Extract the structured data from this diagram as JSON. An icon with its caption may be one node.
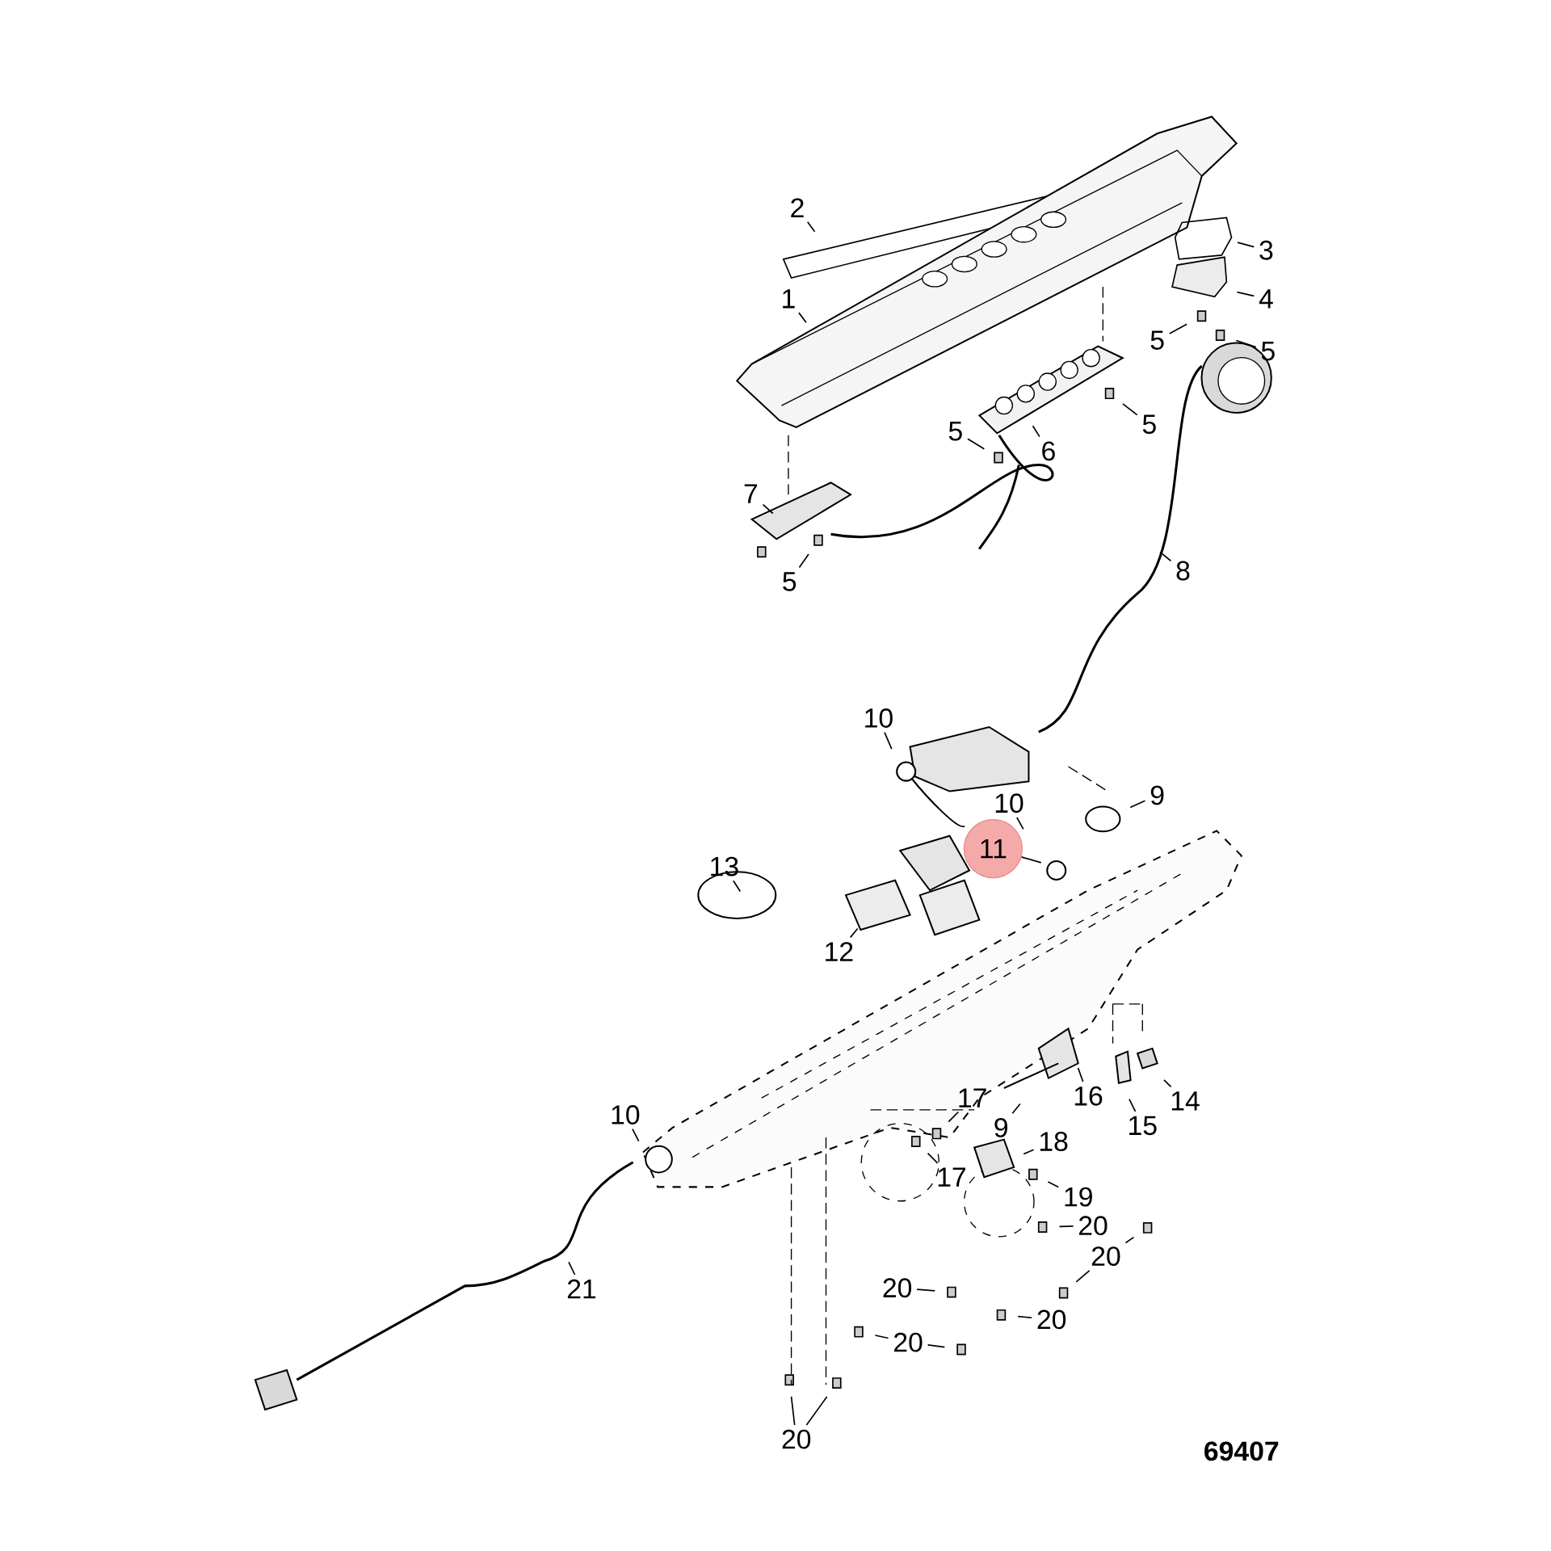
{
  "diagram": {
    "nodes": [
      {
        "text": [
          "2"
        ]
      },
      {
        "text": [
          "3"
        ]
      },
      {
        "text": [
          "1"
        ]
      },
      {
        "text": [
          "4"
        ]
      },
      {
        "text": [
          "5"
        ]
      },
      {
        "text": [
          "5"
        ]
      },
      {
        "text": [
          "5"
        ]
      },
      {
        "text": [
          "5"
        ]
      },
      {
        "text": [
          "6"
        ]
      },
      {
        "text": [
          "7"
        ]
      },
      {
        "text": [
          "8"
        ]
      },
      {
        "text": [
          "5"
        ]
      },
      {
        "text": [
          "10"
        ]
      },
      {
        "text": [
          "9"
        ]
      },
      {
        "text": [
          "10"
        ]
      },
      {
        "text": [
          "11"
        ]
      },
      {
        "text": [
          "13"
        ]
      },
      {
        "text": [
          "12"
        ]
      },
      {
        "text": [
          "16"
        ]
      },
      {
        "text": [
          "14"
        ]
      },
      {
        "text": [
          "17"
        ]
      },
      {
        "text": [
          "10"
        ]
      },
      {
        "text": [
          "9"
        ]
      },
      {
        "text": [
          "15"
        ]
      },
      {
        "text": [
          "18"
        ]
      },
      {
        "text": [
          "17"
        ]
      },
      {
        "text": [
          "19"
        ]
      },
      {
        "text": [
          "20"
        ]
      },
      {
        "text": [
          "20"
        ]
      },
      {
        "text": [
          "21"
        ]
      },
      {
        "text": [
          "20"
        ]
      },
      {
        "text": [
          "20"
        ]
      },
      {
        "text": [
          "20"
        ]
      },
      {
        "text": [
          "20"
        ]
      }
    ],
    "edges": [
      {
        "from": 0,
        "to": null,
        "arrow": "none"
      },
      {
        "from": 1,
        "to": null,
        "arrow": "none"
      },
      {
        "from": 2,
        "to": null,
        "arrow": "none"
      },
      {
        "from": 3,
        "to": null,
        "arrow": "none"
      },
      {
        "from": 4,
        "to": null,
        "arrow": "none"
      },
      {
        "from": 5,
        "to": null,
        "arrow": "none"
      },
      {
        "from": 6,
        "to": null,
        "arrow": "none"
      },
      {
        "from": 7,
        "to": null,
        "arrow": "none"
      },
      {
        "from": 8,
        "to": null,
        "arrow": "none"
      },
      {
        "from": 9,
        "to": null,
        "arrow": "none"
      },
      {
        "from": 10,
        "to": null,
        "arrow": "none"
      },
      {
        "from": 11,
        "to": null,
        "arrow": "none"
      },
      {
        "from": 12,
        "to": null,
        "arrow": "none"
      },
      {
        "from": 13,
        "to": null,
        "arrow": "none"
      },
      {
        "from": 14,
        "to": null,
        "arrow": "none"
      },
      {
        "from": 15,
        "to": null,
        "arrow": "none"
      },
      {
        "from": 16,
        "to": null,
        "arrow": "none"
      },
      {
        "from": 17,
        "to": null,
        "arrow": "none"
      },
      {
        "from": 18,
        "to": null,
        "arrow": "none"
      },
      {
        "from": 19,
        "to": null,
        "arrow": "none"
      },
      {
        "from": 20,
        "to": null,
        "arrow": "none"
      },
      {
        "from": 21,
        "to": null,
        "arrow": "none"
      },
      {
        "from": 22,
        "to": null,
        "arrow": "none"
      },
      {
        "from": 23,
        "to": null,
        "arrow": "none"
      },
      {
        "from": 24,
        "to": null,
        "arrow": "none"
      },
      {
        "from": 25,
        "to": null,
        "arrow": "none"
      },
      {
        "from": 26,
        "to": null,
        "arrow": "none"
      },
      {
        "from": 27,
        "to": null,
        "arrow": "none"
      },
      {
        "from": 28,
        "to": null,
        "arrow": "none"
      },
      {
        "from": 28,
        "to": null,
        "arrow": "none"
      },
      {
        "from": 29,
        "to": null,
        "arrow": "none"
      },
      {
        "from": 30,
        "to": null,
        "arrow": "none"
      },
      {
        "from": 31,
        "to": null,
        "arrow": "none"
      },
      {
        "from": 32,
        "to": null,
        "arrow": "none"
      },
      {
        "from": 32,
        "to": null,
        "arrow": "none"
      },
      {
        "from": 33,
        "to": null,
        "arrow": "none"
      },
      {
        "from": 33,
        "to": null,
        "arrow": "none"
      }
    ],
    "labels": [
      "69407"
    ]
  }
}
